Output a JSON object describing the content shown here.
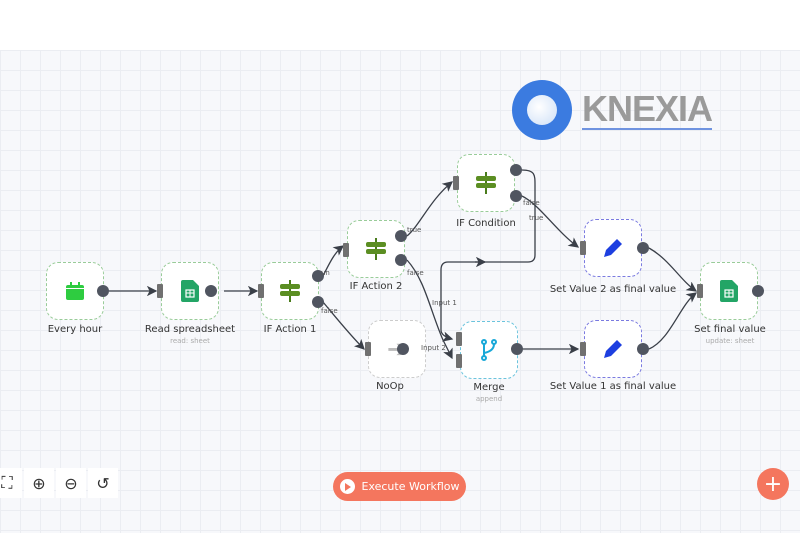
{
  "brand": {
    "name": "KNEXIA",
    "accent": "#3b7be0"
  },
  "nodes": [
    {
      "id": "every-hour",
      "label": "Every hour",
      "icon": "calendar-icon"
    },
    {
      "id": "read-spreadsheet",
      "label": "Read spreadsheet",
      "sub": "read: sheet",
      "icon": "sheets-icon"
    },
    {
      "id": "if-action-1",
      "label": "IF Action 1",
      "icon": "signpost-icon"
    },
    {
      "id": "if-action-2",
      "label": "IF Action 2",
      "icon": "signpost-icon"
    },
    {
      "id": "if-condition",
      "label": "IF Condition",
      "icon": "signpost-icon"
    },
    {
      "id": "noop",
      "label": "NoOp",
      "icon": "arrow-right-icon"
    },
    {
      "id": "merge",
      "label": "Merge",
      "sub": "append",
      "icon": "branch-icon"
    },
    {
      "id": "set-value-2",
      "label": "Set Value 2 as final value",
      "icon": "pen-icon"
    },
    {
      "id": "set-value-1",
      "label": "Set Value 1 as final value",
      "icon": "pen-icon"
    },
    {
      "id": "set-final-value",
      "label": "Set final value",
      "sub": "update: sheet",
      "icon": "sheets-icon"
    }
  ],
  "edge_labels": {
    "a1_true": "un",
    "a1_false": "false",
    "a2_true": "true",
    "a2_false": "false",
    "c_false": "false",
    "c_true": "true",
    "input1": "Input 1",
    "input2": "Input 2"
  },
  "controls": {
    "fit": "⛶",
    "zoom_in": "⊕",
    "zoom_out": "⊖",
    "reset": "↺"
  },
  "execute_label": "Execute Workflow",
  "add_label": "+",
  "colors": {
    "execute": "#f4765e",
    "port": "#505560"
  }
}
